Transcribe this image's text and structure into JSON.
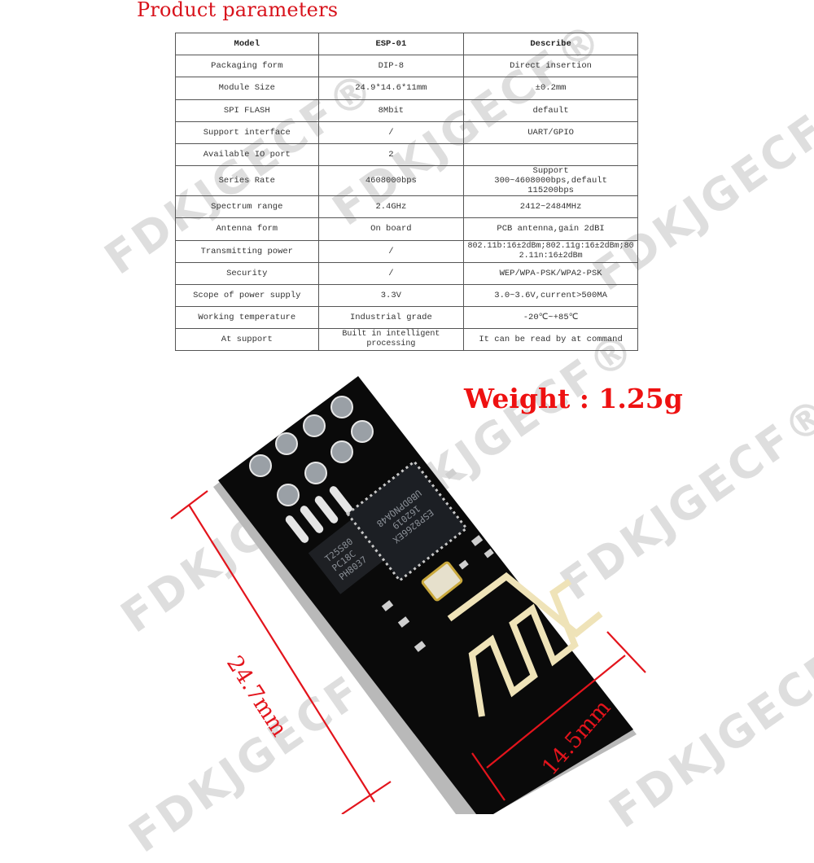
{
  "title": "Product parameters",
  "table": {
    "headers": [
      "Model",
      "ESP-01",
      "Describe"
    ],
    "rows": [
      [
        "Packaging form",
        "DIP-8",
        "Direct insertion"
      ],
      [
        "Module Size",
        "24.9*14.6*11mm",
        "±0.2mm"
      ],
      [
        "SPI FLASH",
        "8Mbit",
        "default"
      ],
      [
        "Support interface",
        "/",
        "UART/GPIO"
      ],
      [
        "Available IO port",
        "2",
        ""
      ],
      [
        "Series Rate",
        "4608000bps",
        "Support 300~4608000bps,default 115200bps"
      ],
      [
        "Spectrum range",
        "2.4GHz",
        "2412~2484MHz"
      ],
      [
        "Antenna form",
        "On board",
        "PCB antenna,gain 2dBI"
      ],
      [
        "Transmitting power",
        "/",
        "802.11b:16±2dBm;802.11g:16±2dBm;802.11n:16±2dBm"
      ],
      [
        "Security",
        "/",
        "WEP/WPA-PSK/WPA2-PSK"
      ],
      [
        "Scope of power supply",
        "3.3V",
        "3.0~3.6V,current>500MA"
      ],
      [
        "Working temperature",
        "Industrial grade",
        "-20℃~+85℃"
      ],
      [
        "At support",
        "Built in intelligent processing",
        "It can be read by at command"
      ]
    ]
  },
  "weight_label": "Weight : 1.25g",
  "dimensions": {
    "length": "24.7mm",
    "width": "14.5mm"
  },
  "chip_labels": {
    "main_chip": [
      "ESP8266EX",
      "162019",
      "UB0DPNQA48"
    ],
    "flash_chip": [
      "T25S80",
      "PC18C",
      "PH8037"
    ]
  },
  "watermark": "FDKJGECF®",
  "colors": {
    "title_red": "#d8121b",
    "dimension_red": "#e3141c",
    "board_black": "#0a0a0a",
    "antenna_gold": "#efe3b8"
  }
}
